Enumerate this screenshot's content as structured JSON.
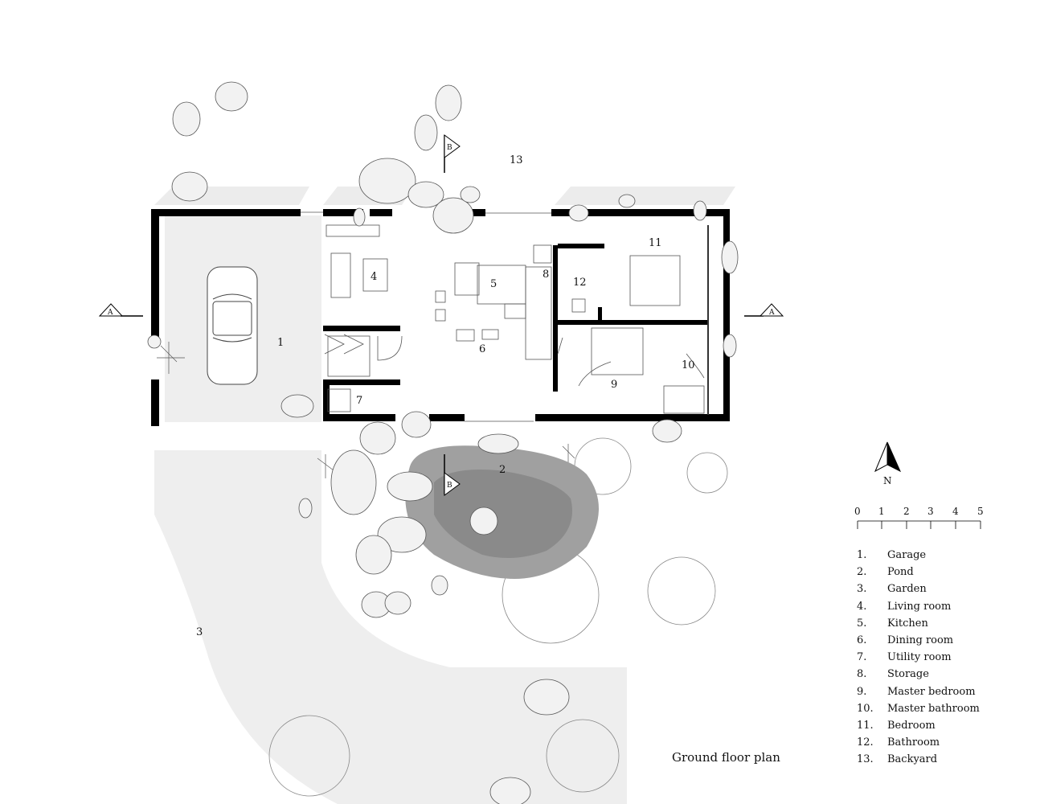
{
  "title": "Ground floor plan",
  "rooms": [
    {
      "num": "1",
      "name": "Garage"
    },
    {
      "num": "2",
      "name": "Pond"
    },
    {
      "num": "3",
      "name": "Garden"
    },
    {
      "num": "4",
      "name": "Living room"
    },
    {
      "num": "5",
      "name": "Kitchen"
    },
    {
      "num": "6",
      "name": "Dining room"
    },
    {
      "num": "7",
      "name": "Utility room"
    },
    {
      "num": "8",
      "name": "Storage"
    },
    {
      "num": "9",
      "name": "Master bedroom"
    },
    {
      "num": "10",
      "name": "Master bathroom"
    },
    {
      "num": "11",
      "name": "Bedroom"
    },
    {
      "num": "12",
      "name": "Bathroom"
    },
    {
      "num": "13",
      "name": "Backyard"
    }
  ],
  "legend_numbers": [
    "1.",
    "2.",
    "3.",
    "4.",
    "5.",
    "6.",
    "7.",
    "8.",
    "9.",
    "10.",
    "11.",
    "12.",
    "13."
  ],
  "north_label": "N",
  "scale_labels": [
    "0",
    "1",
    "2",
    "3",
    "4",
    "5"
  ],
  "section_markers": {
    "a": "A",
    "b": "B"
  },
  "colors": {
    "wall": "#000000",
    "paving": "#e6e6e6",
    "pond": "#9a9a9a",
    "pond_inner": "#7d7d7d",
    "shadow": "#ececec",
    "stroke": "#555555"
  }
}
